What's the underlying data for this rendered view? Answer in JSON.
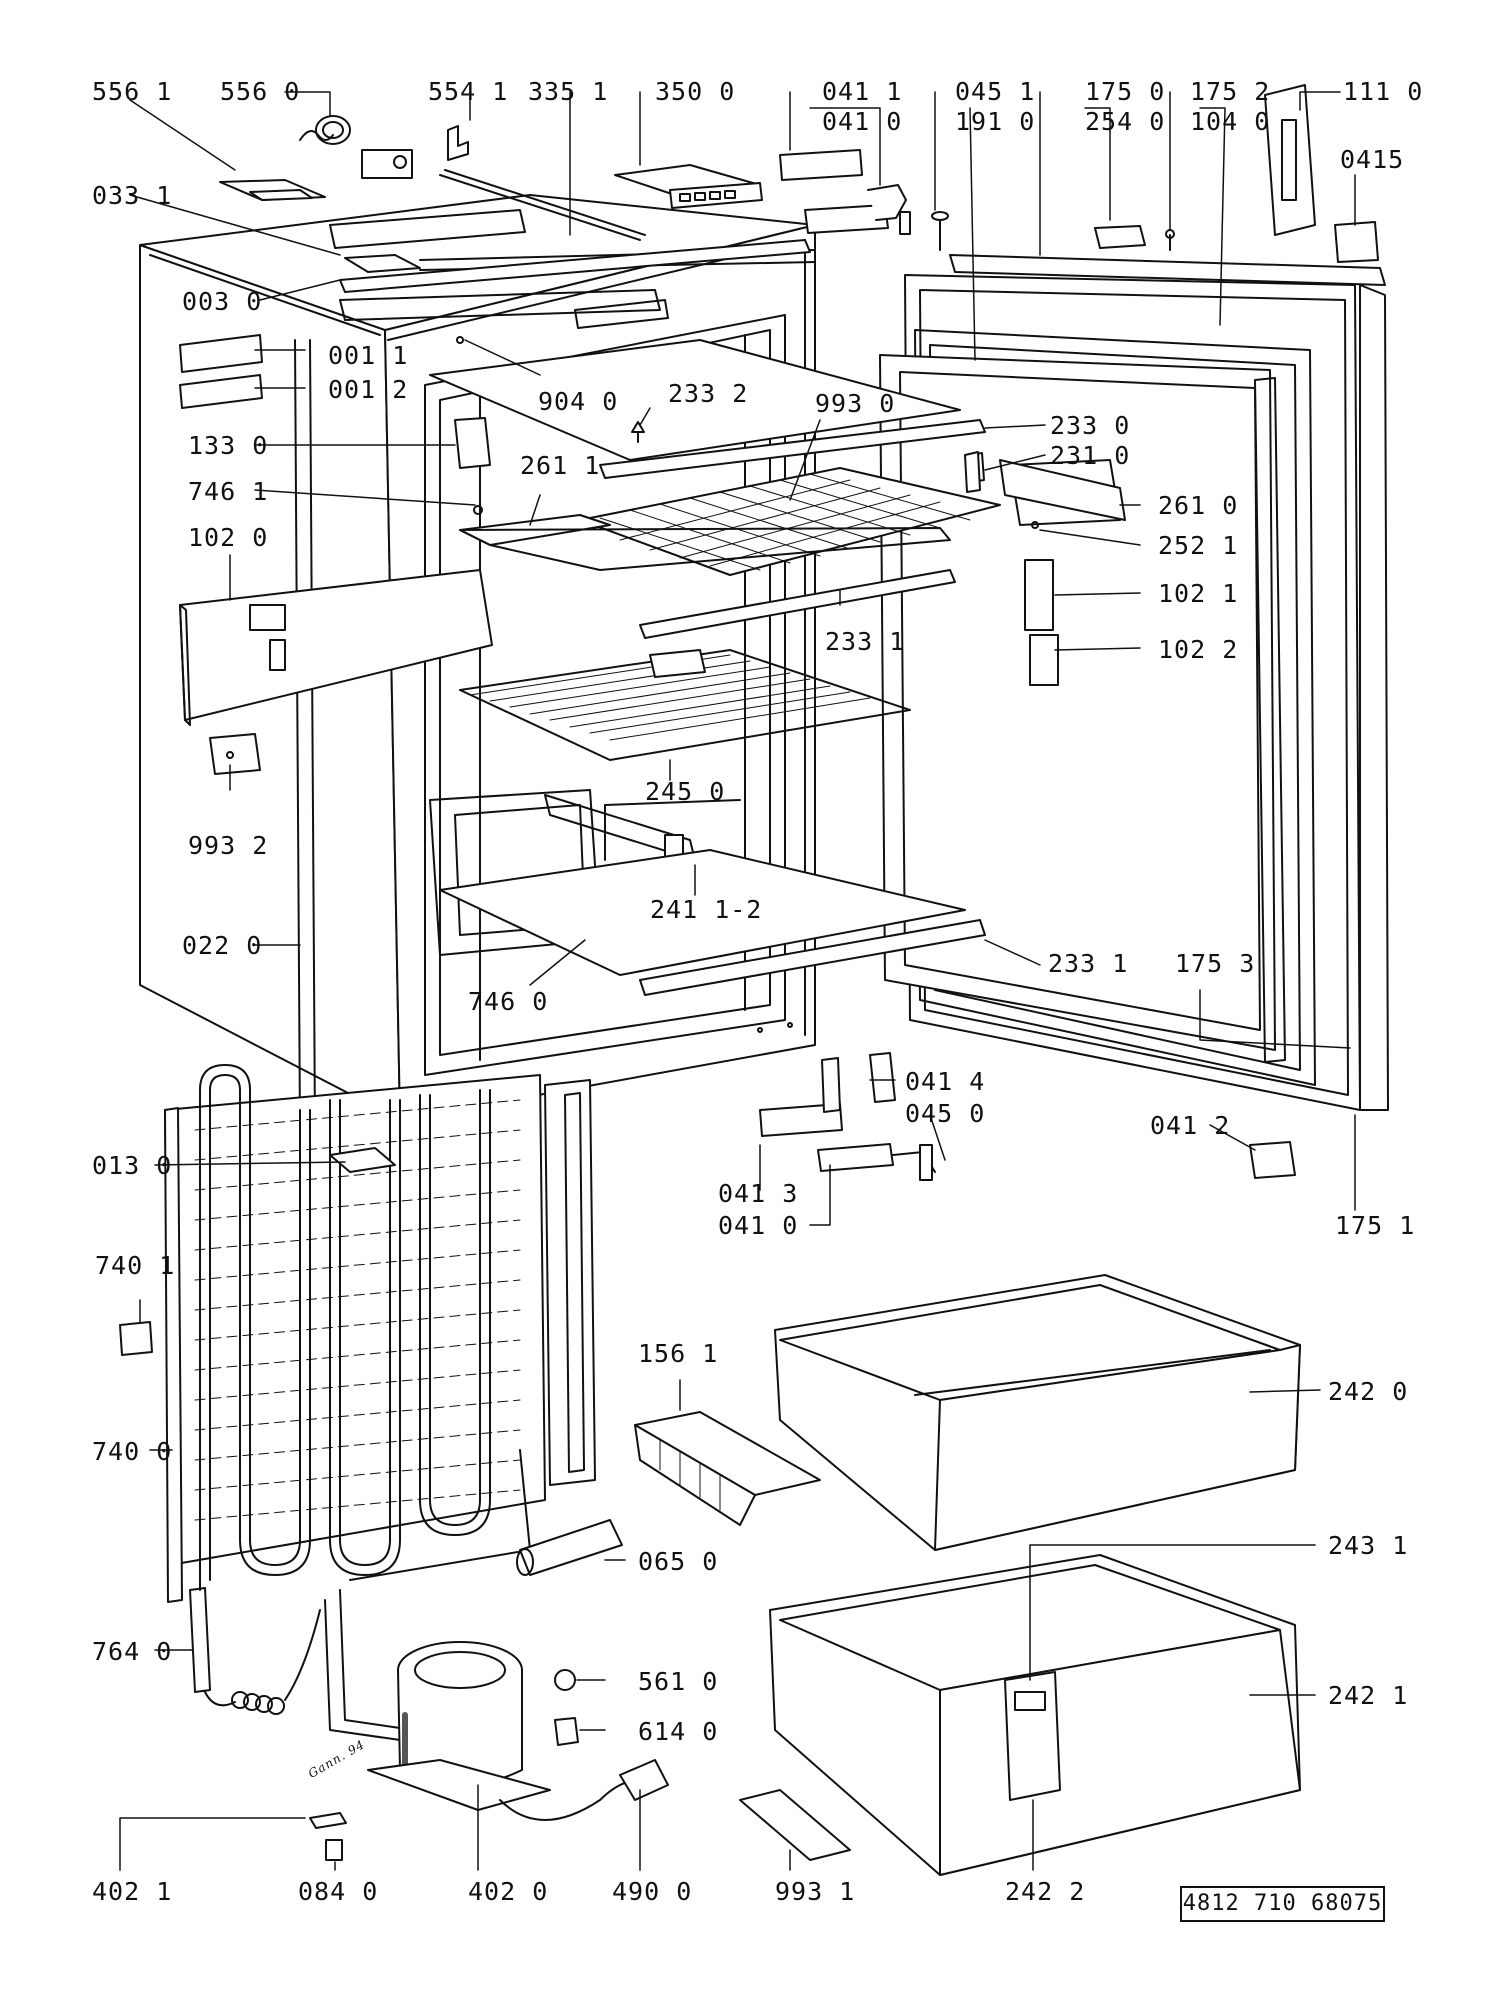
{
  "labels": {
    "l5561": "556 1",
    "l5560": "556 0",
    "l5541": "554 1",
    "l3351": "335 1",
    "l3500": "350 0",
    "l0411": "041 1",
    "l0410a": "041 0",
    "l0451": "045 1",
    "l1910": "191 0",
    "l1750": "175 0",
    "l2540": "254 0",
    "l1752": "175 2",
    "l1040": "104 0",
    "l1110": "111 0",
    "l0415": "0415",
    "l0331": "033 1",
    "l0030": "003 0",
    "l0011": "001 1",
    "l0012": "001 2",
    "l9040": "904 0",
    "l2332": "233 2",
    "l9930": "993 0",
    "l2330": "233 0",
    "l2310": "231 0",
    "l1330": "133 0",
    "l7461": "746 1",
    "l2611": "261 1",
    "l2610": "261 0",
    "l2521": "252 1",
    "l1020": "102 0",
    "l1021": "102 1",
    "l1022": "102 2",
    "l2331a": "233 1",
    "l2450": "245 0",
    "l9932": "993 2",
    "l24112": "241 1-2",
    "l0220": "022 0",
    "l2331b": "233 1",
    "l1753": "175 3",
    "l7460": "746 0",
    "l0414": "041 4",
    "l0450": "045 0",
    "l0412": "041 2",
    "l0130": "013 0",
    "l0413": "041 3",
    "l0410b": "041 0",
    "l1751": "175 1",
    "l7401": "740 1",
    "l1561": "156 1",
    "l2420": "242 0",
    "l7400": "740 0",
    "l2431": "243 1",
    "l0650": "065 0",
    "l7640": "764 0",
    "l5610": "561 0",
    "l2421": "242 1",
    "l6140": "614 0",
    "l4021": "402 1",
    "l0840": "084 0",
    "l4020": "402 0",
    "l4900": "490 0",
    "l9931": "993 1",
    "l2422": "242 2"
  },
  "document_number": "4812 710 68075",
  "signature": "Gann. 94"
}
